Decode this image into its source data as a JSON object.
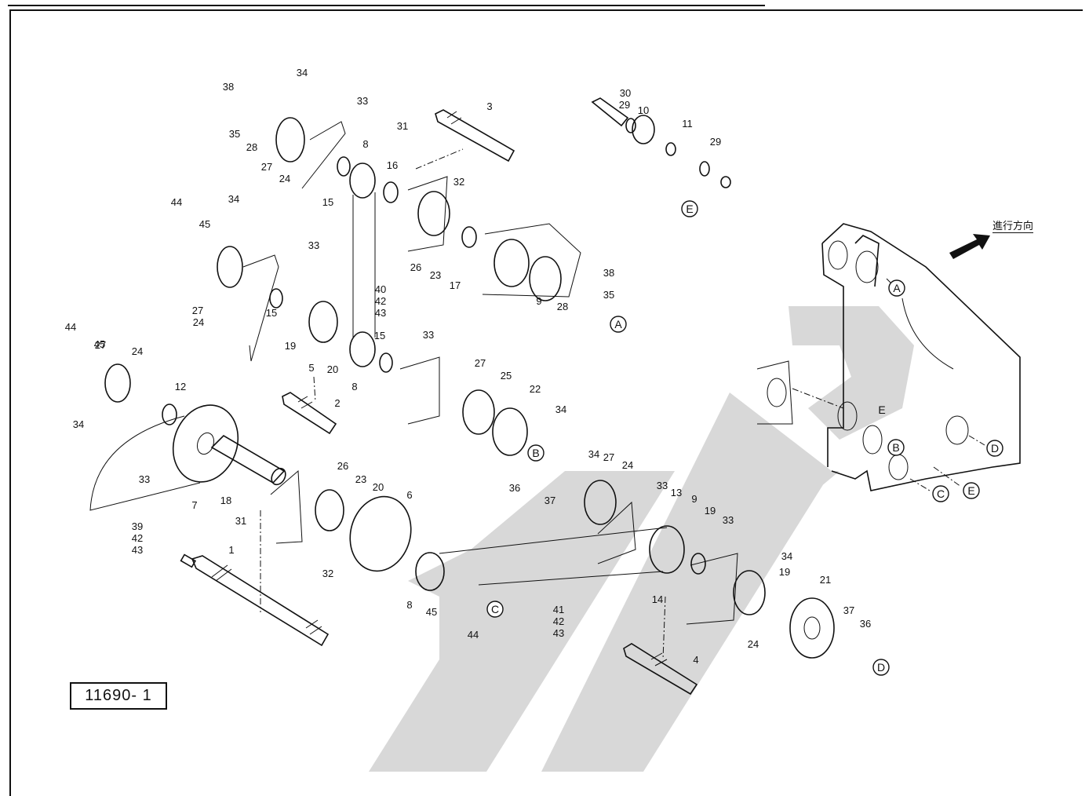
{
  "diagram_code": "11690- 1",
  "direction_label": "進行方向",
  "ref_markers": [
    "A",
    "A",
    "B",
    "B",
    "C",
    "C",
    "D",
    "D",
    "E",
    "E",
    "E"
  ],
  "part_numbers": [
    "1",
    "2",
    "3",
    "4",
    "5",
    "6",
    "7",
    "8",
    "8",
    "8",
    "9",
    "9",
    "10",
    "11",
    "12",
    "13",
    "14",
    "15",
    "15",
    "15",
    "16",
    "17",
    "18",
    "19",
    "19",
    "19",
    "20",
    "20",
    "21",
    "22",
    "23",
    "23",
    "24",
    "24",
    "24",
    "24",
    "24",
    "25",
    "26",
    "26",
    "27",
    "27",
    "27",
    "27",
    "27",
    "28",
    "28",
    "29",
    "29",
    "30",
    "31",
    "31",
    "32",
    "32",
    "33",
    "33",
    "33",
    "33",
    "33",
    "33",
    "34",
    "34",
    "34",
    "34",
    "34",
    "34",
    "35",
    "35",
    "36",
    "36",
    "37",
    "37",
    "38",
    "38",
    "39",
    "40",
    "41",
    "42",
    "42",
    "42",
    "43",
    "43",
    "43",
    "44",
    "44",
    "44",
    "45",
    "45",
    "45"
  ],
  "colors": {
    "line": "#111111",
    "watermark": "#d8d8d8"
  }
}
